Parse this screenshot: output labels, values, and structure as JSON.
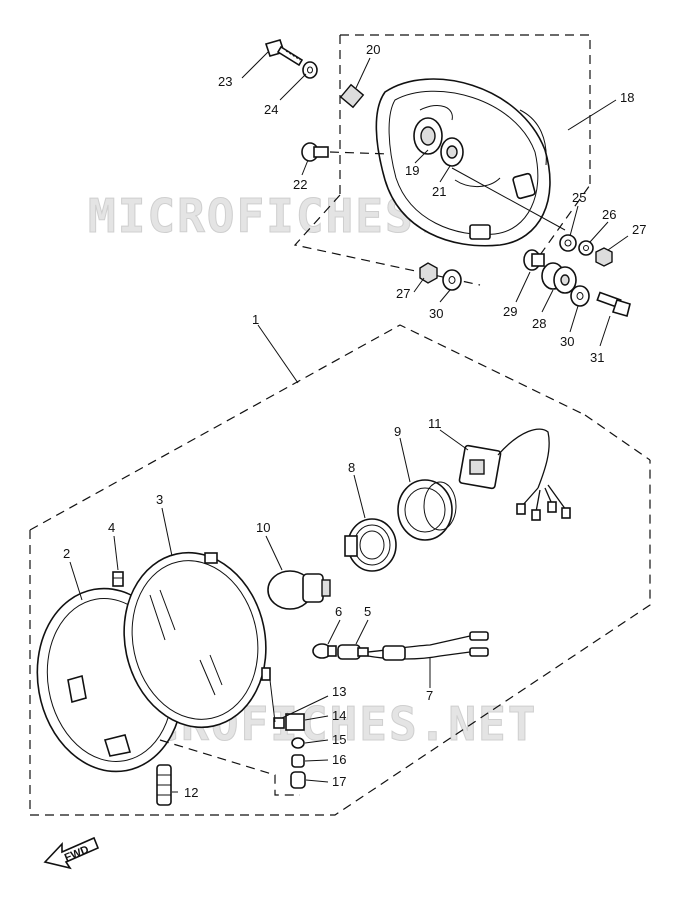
{
  "watermark": "MICROFICHES.NET",
  "fwd_label": "FWD",
  "callouts": [
    "1",
    "2",
    "3",
    "4",
    "5",
    "6",
    "7",
    "8",
    "9",
    "10",
    "11",
    "12",
    "13",
    "14",
    "15",
    "16",
    "17",
    "18",
    "19",
    "20",
    "21",
    "22",
    "23",
    "24",
    "25",
    "26",
    "27",
    "27",
    "28",
    "29",
    "30",
    "30",
    "31"
  ]
}
